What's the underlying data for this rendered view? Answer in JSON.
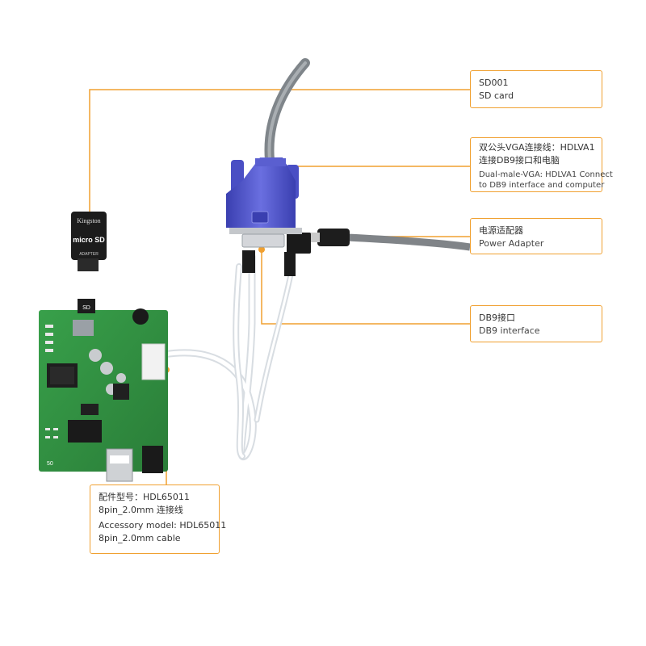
{
  "colors": {
    "accent": "#f0a030",
    "pcb_green": "#2f8a3e",
    "vga_blue": "#4a4fc4",
    "cable_grey": "#8a8f94"
  },
  "callouts": {
    "sd": {
      "line1": "SD001",
      "line2": "SD card"
    },
    "vga": {
      "cn1": "双公头VGA连接线：HDLVA1",
      "cn2": "连接DB9接口和电脑",
      "en1": "Dual-male-VGA: HDLVA1 Connect",
      "en2": "to DB9 interface and computer"
    },
    "power": {
      "cn": "电源适配器",
      "en": "Power Adapter"
    },
    "db9": {
      "cn": "DB9接口",
      "en": "DB9 interface"
    },
    "cable": {
      "cn1": "配件型号：HDL65011",
      "cn2": "8pin_2.0mm 连接线",
      "en1": "Accessory model: HDL65011",
      "en2": "8pin_2.0mm cable"
    }
  },
  "sd_card": {
    "brand": "Kingston",
    "type": "micro SD",
    "adapter": "ADAPTER"
  },
  "board": {
    "label_sd": "SD",
    "label_50": "50"
  }
}
